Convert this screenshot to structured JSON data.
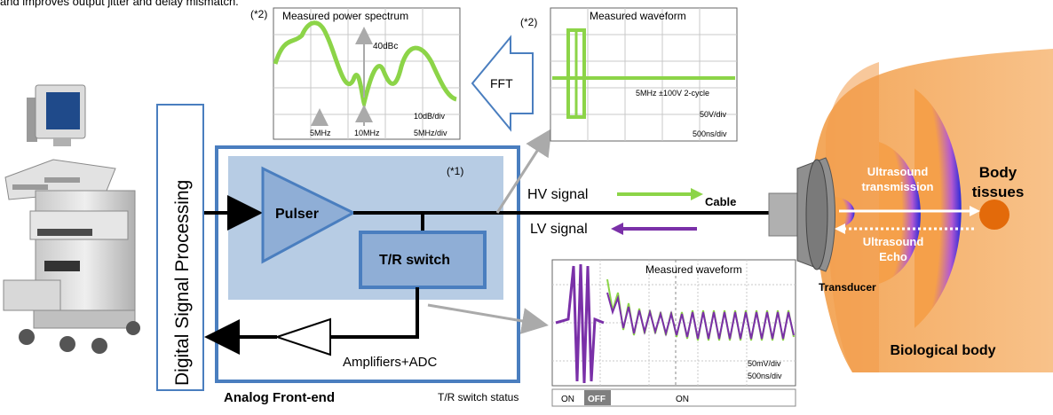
{
  "header": {
    "top_text": "and improves output jitter and delay mismatch."
  },
  "dsp": {
    "label": "Digital Signal Processing"
  },
  "afe": {
    "label": "Analog Front-end",
    "note": "(*1)",
    "pulser": "Pulser",
    "tr_switch": "T/R switch",
    "amplifiers": "Amplifiers+ADC"
  },
  "signals": {
    "hv": "HV signal",
    "lv": "LV signal",
    "cable": "Cable",
    "fft": "FFT"
  },
  "spectrum_panel": {
    "note": "(*2)",
    "title": "Measured power spectrum",
    "dbc": "40dBc",
    "mark_5": "5MHz",
    "mark_10": "10MHz",
    "ydiv": "10dB/div",
    "xdiv": "5MHz/div"
  },
  "waveform_panel": {
    "note": "(*2)",
    "title": "Measured waveform",
    "params": "5MHz  ±100V  2-cycle",
    "ydiv": "50V/div",
    "xdiv": "500ns/div"
  },
  "echo_panel": {
    "title": "Measured waveform",
    "ydiv": "50mV/div",
    "xdiv": "500ns/div"
  },
  "tr_status": {
    "label": "T/R switch status",
    "on1": "ON",
    "off": "OFF",
    "on2": "ON"
  },
  "body": {
    "transducer": "Transducer",
    "transmission_1": "Ultrasound",
    "transmission_2": "transmission",
    "echo_1": "Ultrasound",
    "echo_2": "Echo",
    "tissues_1": "Body",
    "tissues_2": "tissues",
    "biological": "Biological body"
  },
  "colors": {
    "blue_box": "#4a7ebf",
    "afe_fill": "#b7cce4",
    "block_fill": "#8faed6",
    "green": "#8cd448",
    "purple": "#7a30a8",
    "orange": "#f5a04a"
  }
}
